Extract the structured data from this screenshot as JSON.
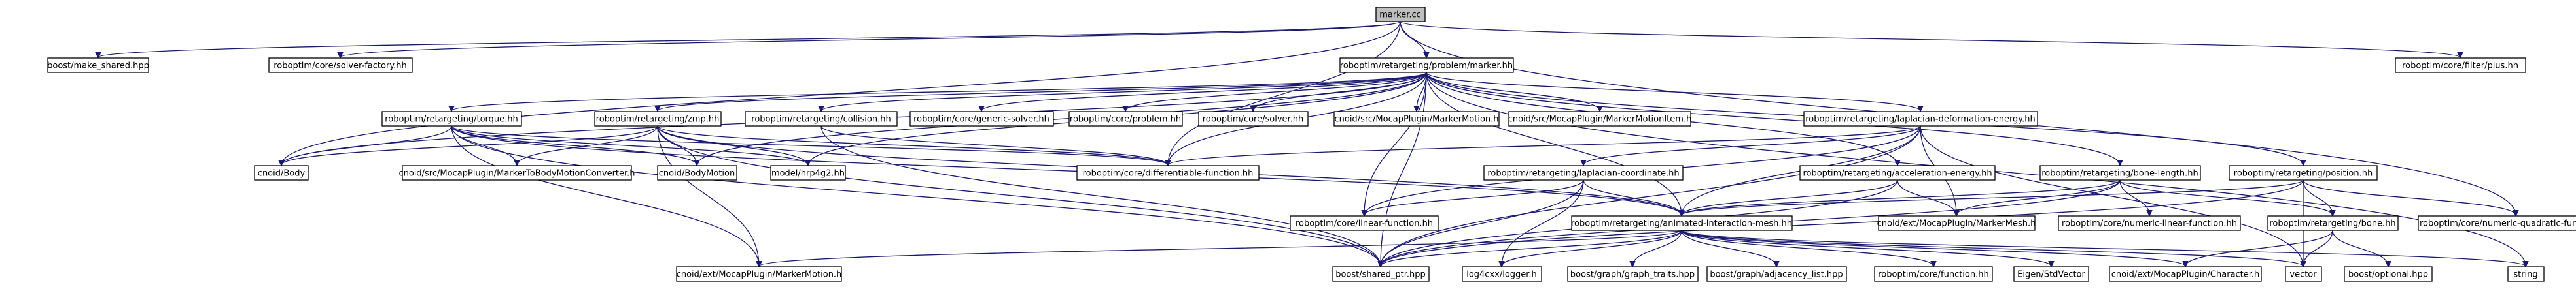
{
  "graph": {
    "nodes": [
      {
        "id": "marker_cc",
        "label": "marker.cc",
        "root": true
      },
      {
        "id": "make_shared",
        "label": "boost/make_shared.hpp"
      },
      {
        "id": "solver_factory",
        "label": "roboptim/core/solver-factory.hh"
      },
      {
        "id": "problem_marker",
        "label": "roboptim/retargeting/problem/marker.hh"
      },
      {
        "id": "filter_plus",
        "label": "roboptim/core/filter/plus.hh"
      },
      {
        "id": "torque",
        "label": "roboptim/retargeting/torque.hh"
      },
      {
        "id": "zmp",
        "label": "roboptim/retargeting/zmp.hh"
      },
      {
        "id": "collision",
        "label": "roboptim/retargeting/collision.hh"
      },
      {
        "id": "generic_solver",
        "label": "roboptim/core/generic-solver.hh"
      },
      {
        "id": "core_problem",
        "label": "roboptim/core/problem.hh"
      },
      {
        "id": "core_solver",
        "label": "roboptim/core/solver.hh"
      },
      {
        "id": "src_markermotion",
        "label": "cnoid/src/MocapPlugin/MarkerMotion.h"
      },
      {
        "id": "src_markermotionitem",
        "label": "cnoid/src/MocapPlugin/MarkerMotionItem.h"
      },
      {
        "id": "laplacian_energy",
        "label": "roboptim/retargeting/laplacian-deformation-energy.hh"
      },
      {
        "id": "body",
        "label": "cnoid/Body"
      },
      {
        "id": "converter",
        "label": "cnoid/src/MocapPlugin/MarkerToBodyMotionConverter.h"
      },
      {
        "id": "bodymotion",
        "label": "cnoid/BodyMotion"
      },
      {
        "id": "hrp4g2",
        "label": "model/hrp4g2.hh"
      },
      {
        "id": "differentiable",
        "label": "roboptim/core/differentiable-function.hh"
      },
      {
        "id": "laplacian_coord",
        "label": "roboptim/retargeting/laplacian-coordinate.hh"
      },
      {
        "id": "accel_energy",
        "label": "roboptim/retargeting/acceleration-energy.hh"
      },
      {
        "id": "bone_length",
        "label": "roboptim/retargeting/bone-length.hh"
      },
      {
        "id": "position",
        "label": "roboptim/retargeting/position.hh"
      },
      {
        "id": "linear",
        "label": "roboptim/core/linear-function.hh"
      },
      {
        "id": "aim",
        "label": "roboptim/retargeting/animated-interaction-mesh.hh"
      },
      {
        "id": "markermesh",
        "label": "cnoid/ext/MocapPlugin/MarkerMesh.h"
      },
      {
        "id": "numeric_linear",
        "label": "roboptim/core/numeric-linear-function.hh"
      },
      {
        "id": "bone",
        "label": "roboptim/retargeting/bone.hh"
      },
      {
        "id": "numeric_quadratic",
        "label": "roboptim/core/numeric-quadratic-function.hh"
      },
      {
        "id": "ext_markermotion",
        "label": "cnoid/ext/MocapPlugin/MarkerMotion.h"
      },
      {
        "id": "shared_ptr",
        "label": "boost/shared_ptr.hpp"
      },
      {
        "id": "logger",
        "label": "log4cxx/logger.h"
      },
      {
        "id": "graph_traits",
        "label": "boost/graph/graph_traits.hpp"
      },
      {
        "id": "adjacency",
        "label": "boost/graph/adjacency_list.hpp"
      },
      {
        "id": "core_function",
        "label": "roboptim/core/function.hh"
      },
      {
        "id": "stdvector",
        "label": "Eigen/StdVector"
      },
      {
        "id": "character",
        "label": "cnoid/ext/MocapPlugin/Character.h"
      },
      {
        "id": "vector",
        "label": "vector"
      },
      {
        "id": "optional",
        "label": "boost/optional.hpp"
      },
      {
        "id": "string",
        "label": "string"
      }
    ],
    "edges": [
      [
        "marker_cc",
        "make_shared"
      ],
      [
        "marker_cc",
        "solver_factory"
      ],
      [
        "marker_cc",
        "problem_marker"
      ],
      [
        "marker_cc",
        "filter_plus"
      ],
      [
        "marker_cc",
        "body"
      ],
      [
        "marker_cc",
        "numeric_quadratic"
      ],
      [
        "marker_cc",
        "differentiable"
      ],
      [
        "problem_marker",
        "torque"
      ],
      [
        "problem_marker",
        "zmp"
      ],
      [
        "problem_marker",
        "collision"
      ],
      [
        "problem_marker",
        "generic_solver"
      ],
      [
        "problem_marker",
        "core_problem"
      ],
      [
        "problem_marker",
        "core_solver"
      ],
      [
        "problem_marker",
        "src_markermotion"
      ],
      [
        "problem_marker",
        "src_markermotionitem"
      ],
      [
        "problem_marker",
        "laplacian_energy"
      ],
      [
        "problem_marker",
        "accel_energy"
      ],
      [
        "problem_marker",
        "bone_length"
      ],
      [
        "problem_marker",
        "position"
      ],
      [
        "problem_marker",
        "body"
      ],
      [
        "problem_marker",
        "bodymotion"
      ],
      [
        "problem_marker",
        "hrp4g2"
      ],
      [
        "problem_marker",
        "differentiable"
      ],
      [
        "problem_marker",
        "linear"
      ],
      [
        "problem_marker",
        "aim"
      ],
      [
        "problem_marker",
        "shared_ptr"
      ],
      [
        "problem_marker",
        "string"
      ],
      [
        "torque",
        "body"
      ],
      [
        "torque",
        "converter"
      ],
      [
        "torque",
        "bodymotion"
      ],
      [
        "torque",
        "hrp4g2"
      ],
      [
        "torque",
        "differentiable"
      ],
      [
        "torque",
        "aim"
      ],
      [
        "torque",
        "ext_markermotion"
      ],
      [
        "torque",
        "shared_ptr"
      ],
      [
        "zmp",
        "body"
      ],
      [
        "zmp",
        "converter"
      ],
      [
        "zmp",
        "bodymotion"
      ],
      [
        "zmp",
        "hrp4g2"
      ],
      [
        "zmp",
        "differentiable"
      ],
      [
        "zmp",
        "aim"
      ],
      [
        "zmp",
        "ext_markermotion"
      ],
      [
        "zmp",
        "shared_ptr"
      ],
      [
        "collision",
        "differentiable"
      ],
      [
        "collision",
        "shared_ptr"
      ],
      [
        "laplacian_energy",
        "laplacian_coord"
      ],
      [
        "laplacian_energy",
        "differentiable"
      ],
      [
        "laplacian_energy",
        "aim"
      ],
      [
        "laplacian_energy",
        "markermesh"
      ],
      [
        "laplacian_energy",
        "linear"
      ],
      [
        "laplacian_energy",
        "shared_ptr"
      ],
      [
        "laplacian_energy",
        "vector"
      ],
      [
        "laplacian_coord",
        "linear"
      ],
      [
        "laplacian_coord",
        "aim"
      ],
      [
        "laplacian_coord",
        "logger"
      ],
      [
        "laplacian_coord",
        "shared_ptr"
      ],
      [
        "accel_energy",
        "aim"
      ],
      [
        "accel_energy",
        "markermesh"
      ],
      [
        "accel_energy",
        "shared_ptr"
      ],
      [
        "bone_length",
        "aim"
      ],
      [
        "bone_length",
        "markermesh"
      ],
      [
        "bone_length",
        "numeric_linear"
      ],
      [
        "bone_length",
        "bone"
      ],
      [
        "bone_length",
        "shared_ptr"
      ],
      [
        "position",
        "aim"
      ],
      [
        "position",
        "bone"
      ],
      [
        "position",
        "numeric_quadratic"
      ],
      [
        "position",
        "shared_ptr"
      ],
      [
        "position",
        "vector"
      ],
      [
        "aim",
        "ext_markermotion"
      ],
      [
        "aim",
        "shared_ptr"
      ],
      [
        "aim",
        "logger"
      ],
      [
        "aim",
        "graph_traits"
      ],
      [
        "aim",
        "adjacency"
      ],
      [
        "aim",
        "core_function"
      ],
      [
        "aim",
        "stdvector"
      ],
      [
        "aim",
        "character"
      ],
      [
        "aim",
        "vector"
      ],
      [
        "aim",
        "string"
      ],
      [
        "bone",
        "character"
      ],
      [
        "bone",
        "vector"
      ],
      [
        "bone",
        "optional"
      ]
    ]
  }
}
